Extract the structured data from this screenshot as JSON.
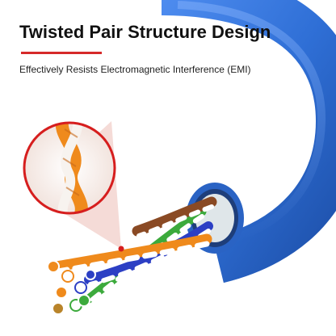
{
  "header": {
    "title": "Twisted Pair Structure Design",
    "subtitle": "Effectively Resists Electromagnetic Interference (EMI)"
  },
  "colors": {
    "accent_line": "#d62a2a",
    "cable_jacket": "#2f6fd6",
    "pair_orange": "#ef8a1c",
    "pair_brown": "#8a4a24",
    "pair_green": "#3caa3c",
    "pair_blue": "#2c3fc4",
    "magnifier_ring": "#d61e1e"
  },
  "illustration": {
    "subject": "cat6-cable-cutaway",
    "zoom_icon": "magnifier-circle"
  }
}
